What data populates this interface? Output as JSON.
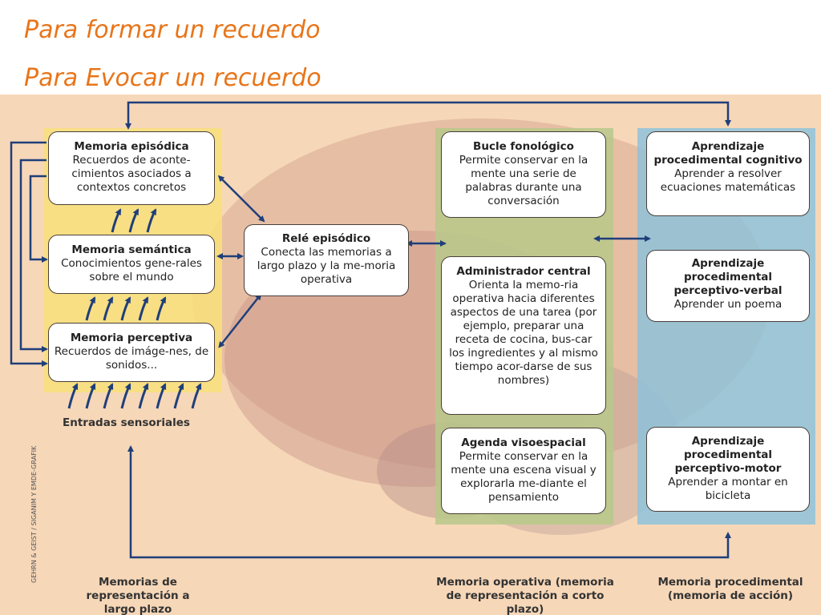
{
  "heading": {
    "line1": "Para formar un recuerdo",
    "line2": "Para Evocar un recuerdo"
  },
  "colors": {
    "heading": "#e8751a",
    "arrow": "#1f3f7a",
    "yellow_panel": "#f8e07a",
    "green_panel": "#b7c98a",
    "blue_panel": "#8ec3da",
    "background": "#f6d7b8"
  },
  "boxes": {
    "episodica": {
      "title": "Memoria episódica",
      "desc": "Recuerdos de aconte-cimientos asociados a contextos concretos"
    },
    "semantica": {
      "title": "Memoria semántica",
      "desc": "Conocimientos gene-rales sobre el mundo"
    },
    "perceptiva": {
      "title": "Memoria perceptiva",
      "desc": "Recuerdos de imáge-nes, de sonidos..."
    },
    "rele": {
      "title": "Relé episódico",
      "desc": "Conecta las memorias a largo plazo y la me-moria operativa"
    },
    "bucle": {
      "title": "Bucle fonológico",
      "desc": "Permite conservar en la mente una serie de palabras durante una conversación"
    },
    "administrador": {
      "title": "Administrador central",
      "desc": "Orienta la memo-ria operativa hacia diferentes aspectos de una tarea (por ejemplo, preparar una receta de cocina, bus-car los ingredientes y al mismo tiempo acor-darse de sus nombres)"
    },
    "agenda": {
      "title": "Agenda visoespacial",
      "desc": "Permite conservar en la mente una escena visual y explorarla me-diante el pensamiento"
    },
    "cognitivo": {
      "title": "Aprendizaje procedimental cognitivo",
      "desc": "Aprender a resolver ecuaciones matemáticas"
    },
    "verbal": {
      "title": "Aprendizaje procedimental perceptivo-verbal",
      "desc": "Aprender un poema"
    },
    "motor": {
      "title": "Aprendizaje procedimental perceptivo-motor",
      "desc": "Aprender a montar en bicicleta"
    }
  },
  "labels": {
    "entradas": "Entradas sensoriales",
    "largo_plazo": "Memorias de representación a largo plazo",
    "operativa": "Memoria operativa (memoria de representación a corto plazo)",
    "procedimental": "Memoria procedimental (memoria de acción)"
  },
  "credit": "GEHRN & GEIST / SIGANIM Y EMDE-GRAFIK"
}
